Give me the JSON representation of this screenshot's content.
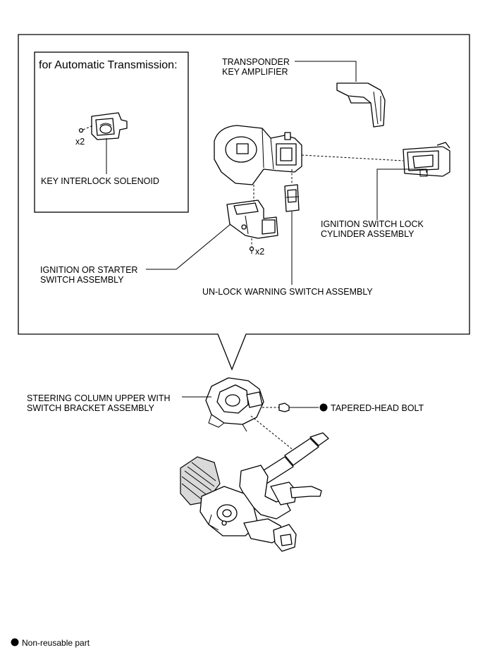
{
  "inset": {
    "title": "for Automatic Transmission:"
  },
  "labels": {
    "transponder_line1": "TRANSPONDER",
    "transponder_line2": "KEY AMPLIFIER",
    "key_interlock": "KEY INTERLOCK SOLENOID",
    "x2_inset": "x2",
    "x2_starter": "x2",
    "lock_cyl_line1": "IGNITION  SWITCH LOCK",
    "lock_cyl_line2": "CYLINDER ASSEMBLY",
    "starter_line1": "IGNITION  OR STARTER",
    "starter_line2": "SWITCH ASSEMBLY",
    "unlock_warning": "UN-LOCK WARNING SWITCH ASSEMBLY",
    "column_line1": "STEERING COLUMN UPPER WITH",
    "column_line2": "SWITCH BRACKET ASSEMBLY",
    "tapered_bolt": "TAPERED-HEAD BOLT"
  },
  "legend": {
    "non_reusable": "Non-reusable part"
  },
  "colors": {
    "line": "#000000",
    "background": "#ffffff",
    "part_shade": "#d9d9d9"
  }
}
